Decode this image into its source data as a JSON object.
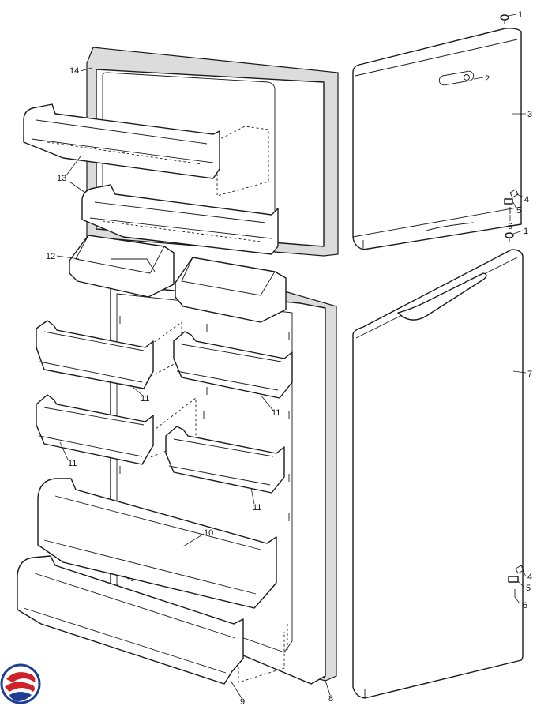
{
  "callouts": [
    {
      "id": "1",
      "text": "1"
    },
    {
      "id": "2",
      "text": "2"
    },
    {
      "id": "3",
      "text": "3"
    },
    {
      "id": "4",
      "text": "4"
    },
    {
      "id": "5",
      "text": "5"
    },
    {
      "id": "6",
      "text": "6"
    },
    {
      "id": "1b",
      "text": "1"
    },
    {
      "id": "7",
      "text": "7"
    },
    {
      "id": "4b",
      "text": "4"
    },
    {
      "id": "5b",
      "text": "5"
    },
    {
      "id": "6b",
      "text": "6"
    },
    {
      "id": "8",
      "text": "8"
    },
    {
      "id": "9",
      "text": "9"
    },
    {
      "id": "10",
      "text": "10"
    },
    {
      "id": "11a",
      "text": "11"
    },
    {
      "id": "11b",
      "text": "11"
    },
    {
      "id": "11c",
      "text": "11"
    },
    {
      "id": "11d",
      "text": "11"
    },
    {
      "id": "12",
      "text": "12"
    },
    {
      "id": "13",
      "text": "13"
    },
    {
      "id": "14",
      "text": "14"
    }
  ],
  "colors": {
    "line": "#1a1a1a",
    "gasket": "#dcdcdc",
    "logo_red": "#d0202a",
    "logo_blue": "#1c3f94"
  },
  "icons": {
    "corner_logo": "brand-swirl-icon"
  }
}
